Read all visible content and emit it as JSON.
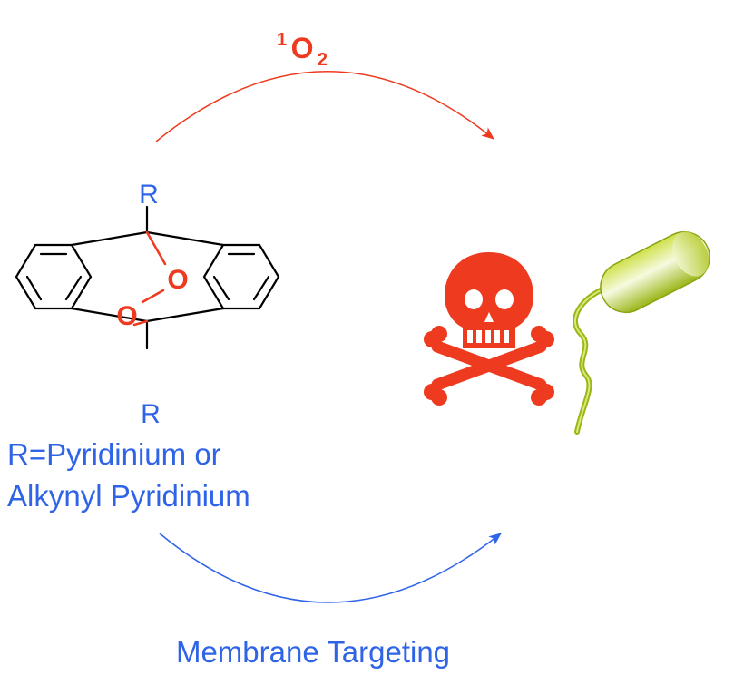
{
  "top_arrow": {
    "label_superscript": "1",
    "label_main": "O",
    "label_subscript": "2",
    "color": "#ee3a1f"
  },
  "bottom_arrow": {
    "label": "Membrane Targeting",
    "color": "#2f64e6"
  },
  "molecule": {
    "substituent_top": "R",
    "substituent_bottom": "R",
    "oxygen_upper": "O",
    "oxygen_lower": "O",
    "bond_color": "#000000",
    "peroxide_color": "#ee3a1f",
    "substituent_color": "#2f64e6"
  },
  "caption": {
    "line1": "R=Pyridinium or",
    "line2": "Alkynyl Pyridinium"
  },
  "icons": {
    "skull": "skull-crossbones-icon",
    "bacterium": "bacterium-icon",
    "skull_color": "#ee3a1f",
    "bacterium_color": "#a6bf1c"
  }
}
